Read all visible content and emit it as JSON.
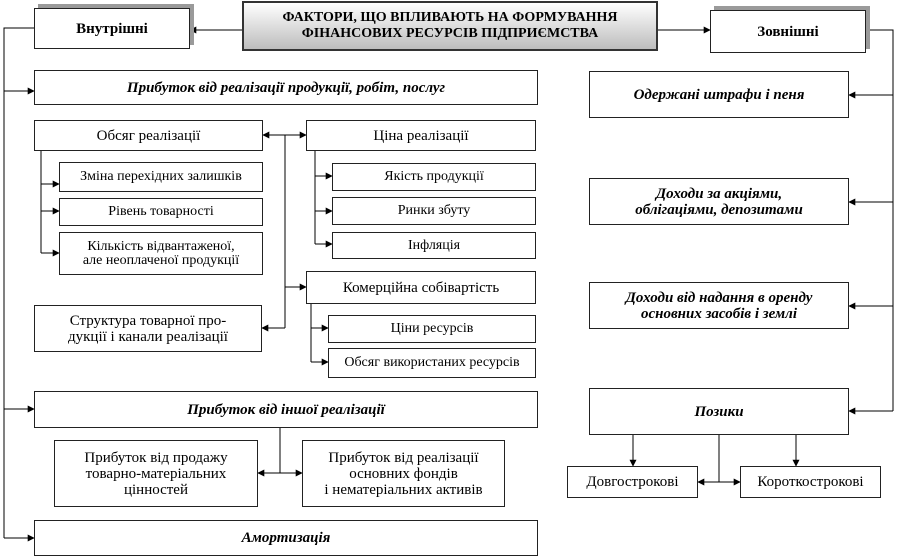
{
  "title": "ФАКТОРИ, ЩО ВПЛИВАЮТЬ НА ФОРМУВАННЯ ФІНАНСОВИХ РЕСУРСІВ ПІДПРИЄМСТВА",
  "internal": {
    "label": "Внутрішні",
    "sales_profit": "Прибуток від реалізації продукції, робіт, послуг",
    "sales_volume": "Обсяг реалізації",
    "sales_volume_items": [
      "Зміна перехідних залишків",
      "Рівень товарності",
      "Кількість відвантаженої,\nале неоплаченої продукції"
    ],
    "price": "Ціна реалізації",
    "price_items": [
      "Якість продукції",
      "Ринки збуту",
      "Інфляція"
    ],
    "commercial_cost": "Комерційна собівартість",
    "cost_items": [
      "Ціни ресурсів",
      "Обсяг використаних ресурсів"
    ],
    "structure": "Структура товарної про-\nдукції і канали реалізації",
    "other_profit": "Прибуток від іншої реалізації",
    "other_profit_items": [
      "Прибуток від продажу\nтоварно-матеріальних\nцінностей",
      "Прибуток від реалізації\nосновних фондів\nі нематеріальних активів"
    ],
    "amortization": "Амортизація"
  },
  "external": {
    "label": "Зовнішні",
    "items": [
      "Одержані штрафи і пеня",
      "Доходи за акціями,\nоблігаціями, депозитами",
      "Доходи від надання в оренду\nосновних засобів і землі",
      "Позики"
    ],
    "loans": [
      "Довгострокові",
      "Короткострокові"
    ]
  }
}
